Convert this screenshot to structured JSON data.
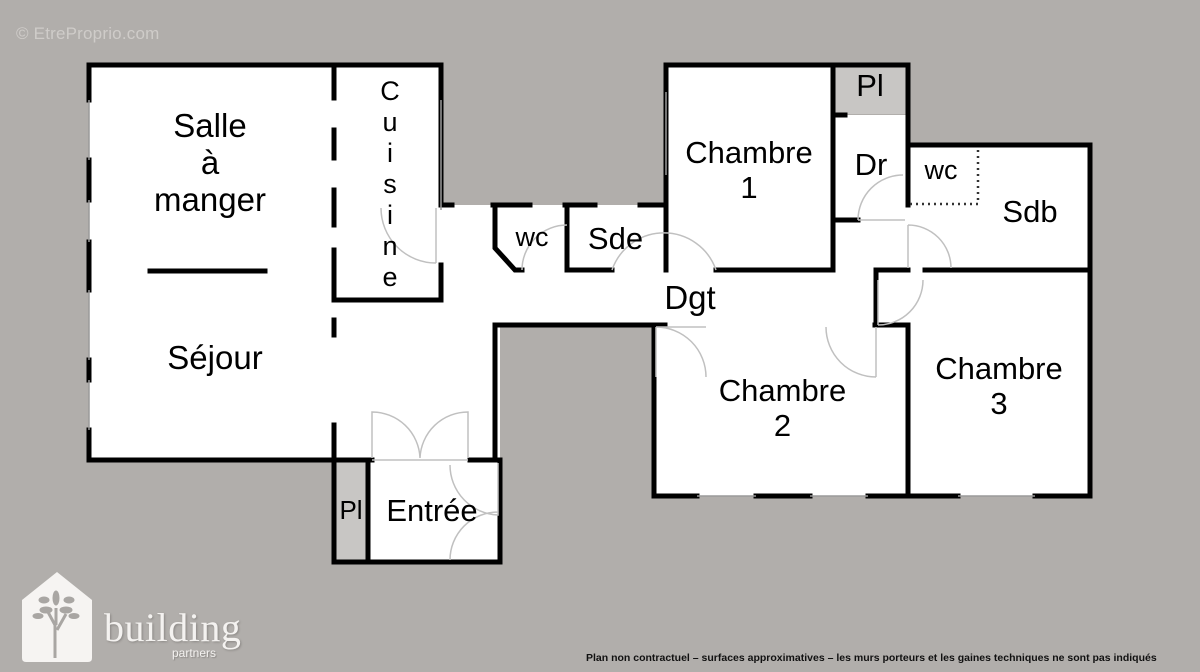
{
  "watermark": "© EtreProprio.com",
  "rooms": {
    "salle_a_manger": "Salle\nà\nmanger",
    "sejour": "Séjour",
    "cuisine": "C\nu\ni\ns\ni\nn\ne",
    "wc_1": "wc",
    "sde": "Sde",
    "dgt": "Dgt",
    "chambre_1": "Chambre\n1",
    "pl_top": "Pl",
    "dr": "Dr",
    "wc_2": "wc",
    "sdb": "Sdb",
    "chambre_2": "Chambre\n2",
    "chambre_3": "Chambre\n3",
    "pl_entry": "Pl",
    "entree": "Entrée"
  },
  "logo": {
    "brand": "building",
    "sub": "partners",
    "icon": "house-tree-icon"
  },
  "disclaimer": "Plan non contractuel – surfaces approximatives – les murs porteurs et les gaines techniques ne sont pas indiqués",
  "colors": {
    "background": "#b1aeab",
    "wall": "#000000",
    "floor": "#ffffff",
    "closet": "#c8c6c4",
    "door_arc": "#c0c0c0"
  }
}
